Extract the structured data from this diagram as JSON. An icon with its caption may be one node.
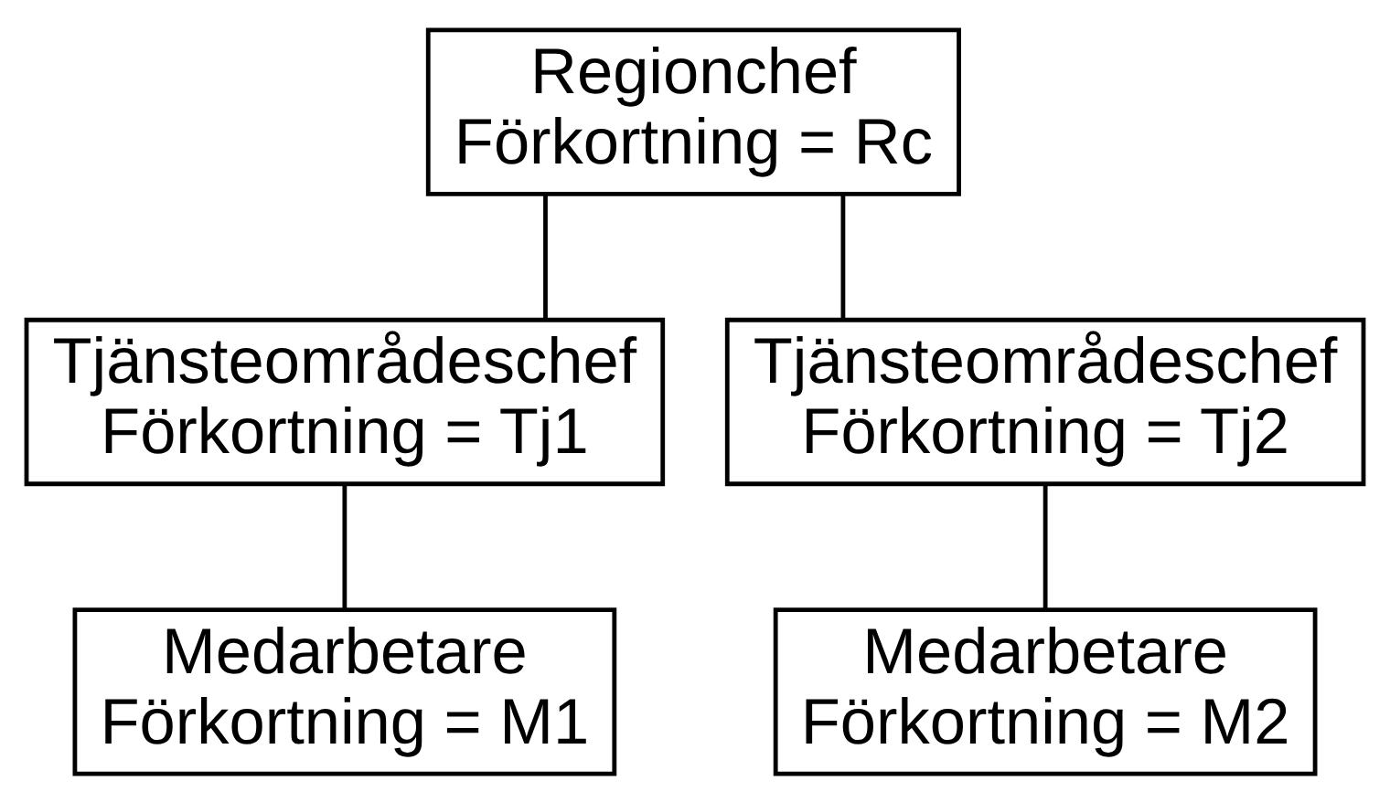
{
  "diagram": {
    "nodes": [
      {
        "text": [
          "Regionchef",
          "Förkortning = Rc"
        ]
      },
      {
        "text": [
          "Tjänsteområdeschef",
          "Förkortning = Tj1"
        ]
      },
      {
        "text": [
          "Tjänsteområdeschef",
          "Förkortning = Tj2"
        ]
      },
      {
        "text": [
          "Medarbetare",
          "Förkortning = M1"
        ]
      },
      {
        "text": [
          "Medarbetare",
          "Förkortning = M2"
        ]
      }
    ],
    "edges": [
      {
        "from": 0,
        "to": 1,
        "arrow": "none"
      },
      {
        "from": 0,
        "to": 2,
        "arrow": "none"
      },
      {
        "from": 1,
        "to": 3,
        "arrow": "none"
      },
      {
        "from": 2,
        "to": 4,
        "arrow": "none"
      }
    ]
  }
}
